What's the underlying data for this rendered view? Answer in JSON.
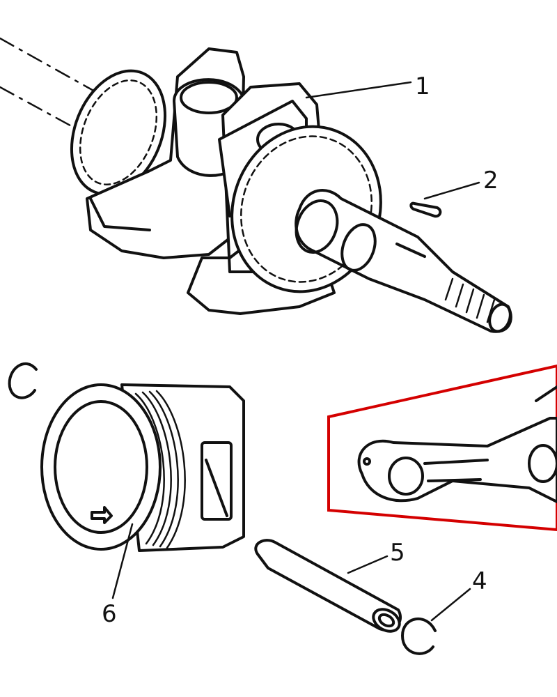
{
  "callouts": [
    {
      "id": "1",
      "label": "1",
      "part_icon": "crankshaft-icon"
    },
    {
      "id": "2",
      "label": "2",
      "part_icon": "woodruff-key-icon"
    },
    {
      "id": "4",
      "label": "4",
      "part_icon": "piston-pin-clip-icon"
    },
    {
      "id": "5",
      "label": "5",
      "part_icon": "piston-pin-icon"
    },
    {
      "id": "6",
      "label": "6",
      "part_icon": "piston-icon"
    }
  ],
  "highlight": {
    "color": "#d40000",
    "part_icon": "connecting-rod-icon"
  },
  "colors": {
    "ink": "#111111",
    "background": "#ffffff"
  }
}
